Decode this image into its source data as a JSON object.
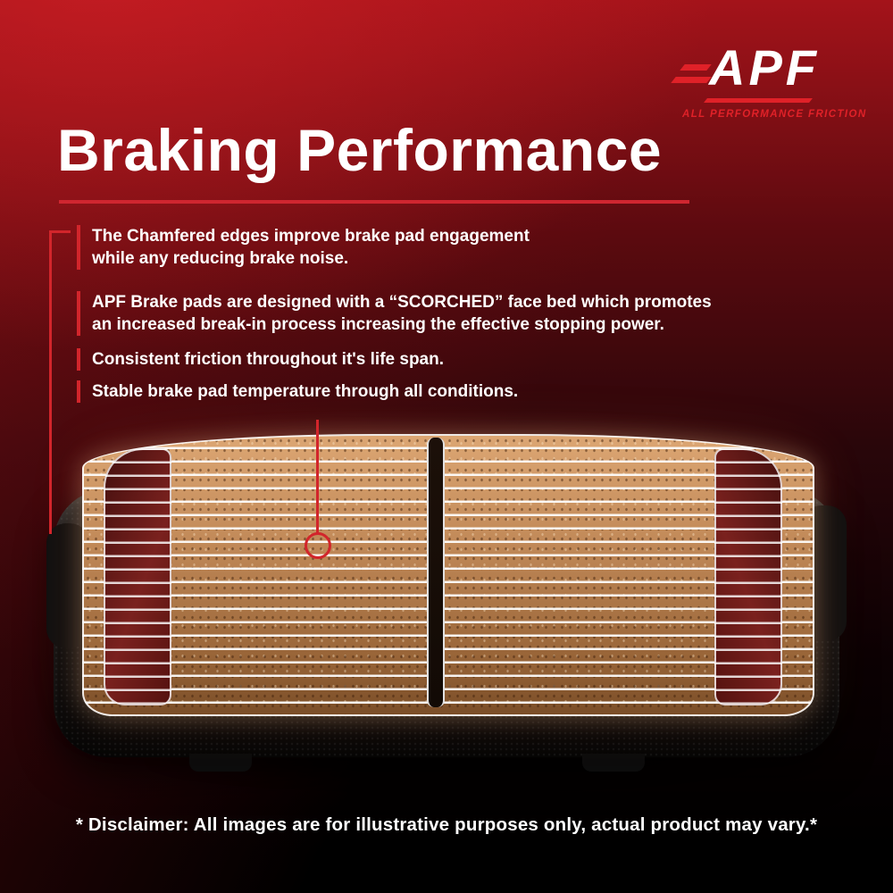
{
  "brand": {
    "name": "APF",
    "tagline": "ALL PERFORMANCE FRICTION"
  },
  "title": "Braking Performance",
  "bullets": [
    "The Chamfered edges improve brake pad engagement while any reducing brake noise.",
    "APF Brake pads are designed with a “SCORCHED” face bed which promotes an increased break-in process increasing the effective stopping power.",
    "Consistent friction throughout it's life span.",
    "Stable brake pad temperature through all conditions."
  ],
  "disclaimer": "* Disclaimer: All images are for illustrative purposes only, actual product may vary.*",
  "colors": {
    "accent_red": "#d2252b",
    "background_top": "#a4131a",
    "text_white": "#ffffff",
    "pad_face_tan": "#c08857",
    "pad_chamfer_red": "#6e1b18"
  }
}
